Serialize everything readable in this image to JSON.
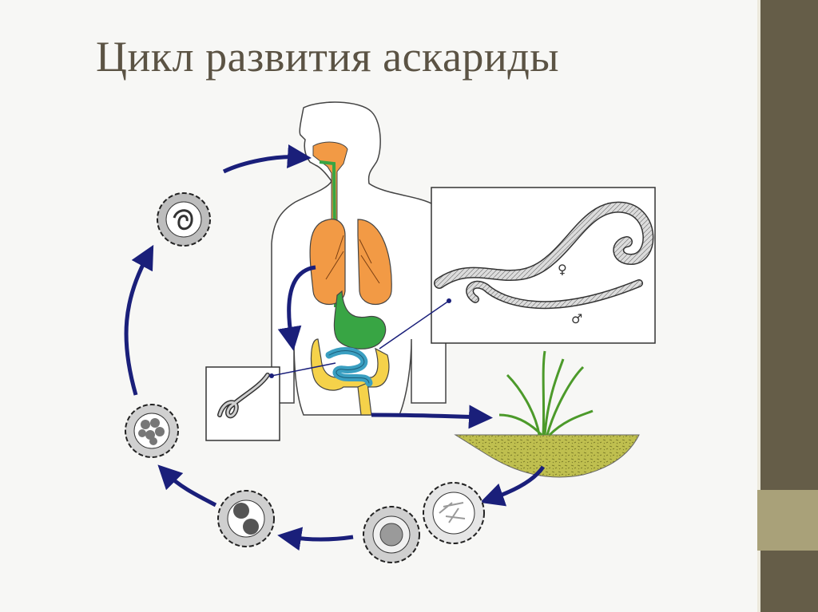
{
  "slide": {
    "title": "Цикл развития аскариды"
  },
  "diagram": {
    "female_symbol": "♀",
    "male_symbol": "♂",
    "colors": {
      "arrow": "#1a1f7a",
      "lungs": "#f29a45",
      "stomach": "#38a544",
      "intestine": "#f5d24a",
      "small_intestine": "#3a9fc1",
      "soil": "#bfbf4f",
      "grass": "#4c9a2a",
      "sidebar": "#655d48",
      "sidebar_accent": "#a9a179",
      "title": "#5b5344"
    },
    "icons": [
      "human-silhouette",
      "lungs",
      "stomach",
      "intestine",
      "larva",
      "adult-worms",
      "grass",
      "soil",
      "egg"
    ]
  }
}
